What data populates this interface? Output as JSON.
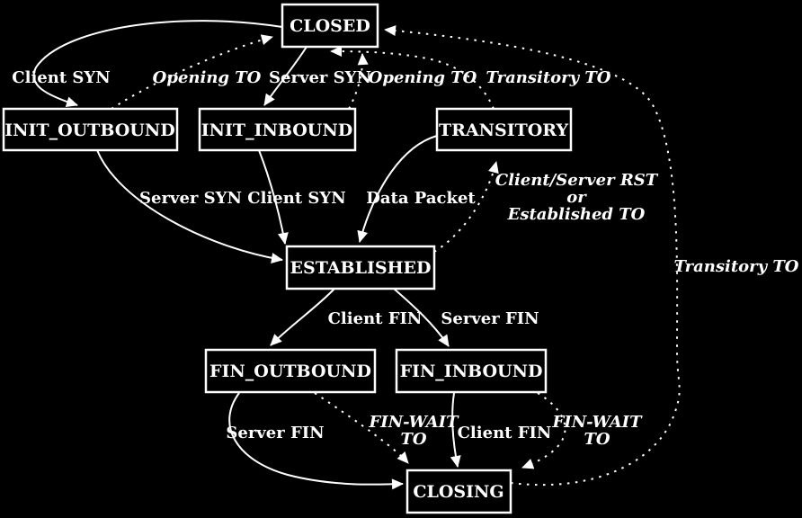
{
  "colors": {
    "background": "#000000",
    "line": "#ffffff",
    "text": "#ffffff"
  },
  "nodes": {
    "closed": {
      "label": "CLOSED"
    },
    "init_outbound": {
      "label": "INIT_OUTBOUND"
    },
    "init_inbound": {
      "label": "INIT_INBOUND"
    },
    "transitory": {
      "label": "TRANSITORY"
    },
    "established": {
      "label": "ESTABLISHED"
    },
    "fin_outbound": {
      "label": "FIN_OUTBOUND"
    },
    "fin_inbound": {
      "label": "FIN_INBOUND"
    },
    "closing": {
      "label": "CLOSING"
    }
  },
  "edges": {
    "closed_to_init_outbound": {
      "label": "Client SYN",
      "style": "solid"
    },
    "init_outbound_to_closed": {
      "label": "Opening TO",
      "style": "dotted"
    },
    "closed_to_init_inbound": {
      "label": "Server SYN",
      "style": "solid"
    },
    "init_inbound_to_closed": {
      "label": "Opening TO",
      "style": "dotted"
    },
    "transitory_to_closed": {
      "label": "Transitory TO",
      "style": "dotted"
    },
    "init_outbound_to_established": {
      "label": "Server SYN",
      "style": "solid"
    },
    "init_inbound_to_established": {
      "label": "Client SYN",
      "style": "solid"
    },
    "transitory_to_established": {
      "label": "Data Packet",
      "style": "solid"
    },
    "established_to_transitory": {
      "label_lines": [
        "Client/Server RST",
        "or",
        "Established TO"
      ],
      "style": "dotted"
    },
    "established_to_fin_outbound": {
      "label": "Client FIN",
      "style": "solid"
    },
    "established_to_fin_inbound": {
      "label": "Server FIN",
      "style": "solid"
    },
    "fin_outbound_to_closing": {
      "label": "Server FIN",
      "style": "solid"
    },
    "fin_outbound_to_closing_timeout": {
      "label_lines": [
        "FIN-WAIT",
        "TO"
      ],
      "style": "dotted"
    },
    "fin_inbound_to_closing": {
      "label": "Client FIN",
      "style": "solid"
    },
    "fin_inbound_to_closing_timeout": {
      "label_lines": [
        "FIN-WAIT",
        "TO"
      ],
      "style": "dotted"
    },
    "closing_to_closed": {
      "label": "Transitory TO",
      "style": "dotted"
    }
  }
}
